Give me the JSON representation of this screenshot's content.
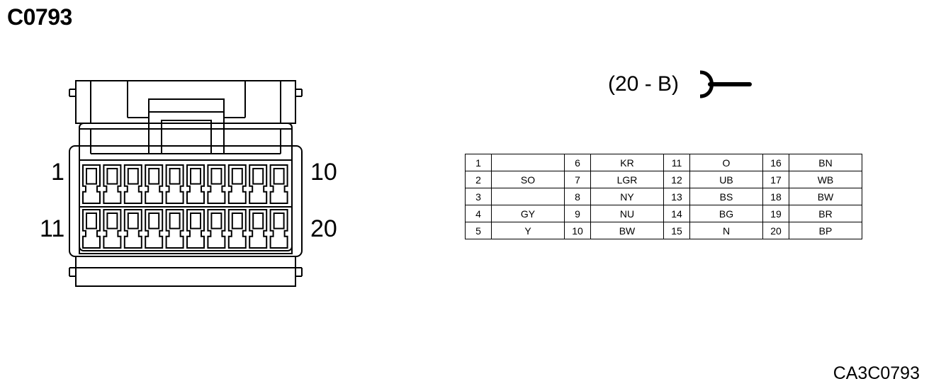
{
  "title": "C0793",
  "connector_spec": "(20 - B)",
  "footer_code": "CA3C0793",
  "pin_labels": {
    "top_left": "1",
    "top_right": "10",
    "bottom_left": "11",
    "bottom_right": "20"
  },
  "pinout": [
    [
      {
        "pin": "1",
        "color": ""
      },
      {
        "pin": "6",
        "color": "KR"
      },
      {
        "pin": "11",
        "color": "O"
      },
      {
        "pin": "16",
        "color": "BN"
      }
    ],
    [
      {
        "pin": "2",
        "color": "SO"
      },
      {
        "pin": "7",
        "color": "LGR"
      },
      {
        "pin": "12",
        "color": "UB"
      },
      {
        "pin": "17",
        "color": "WB"
      }
    ],
    [
      {
        "pin": "3",
        "color": ""
      },
      {
        "pin": "8",
        "color": "NY"
      },
      {
        "pin": "13",
        "color": "BS"
      },
      {
        "pin": "18",
        "color": "BW"
      }
    ],
    [
      {
        "pin": "4",
        "color": "GY"
      },
      {
        "pin": "9",
        "color": "NU"
      },
      {
        "pin": "14",
        "color": "BG"
      },
      {
        "pin": "19",
        "color": "BR"
      }
    ],
    [
      {
        "pin": "5",
        "color": "Y"
      },
      {
        "pin": "10",
        "color": "BW"
      },
      {
        "pin": "15",
        "color": "N"
      },
      {
        "pin": "20",
        "color": "BP"
      }
    ]
  ]
}
